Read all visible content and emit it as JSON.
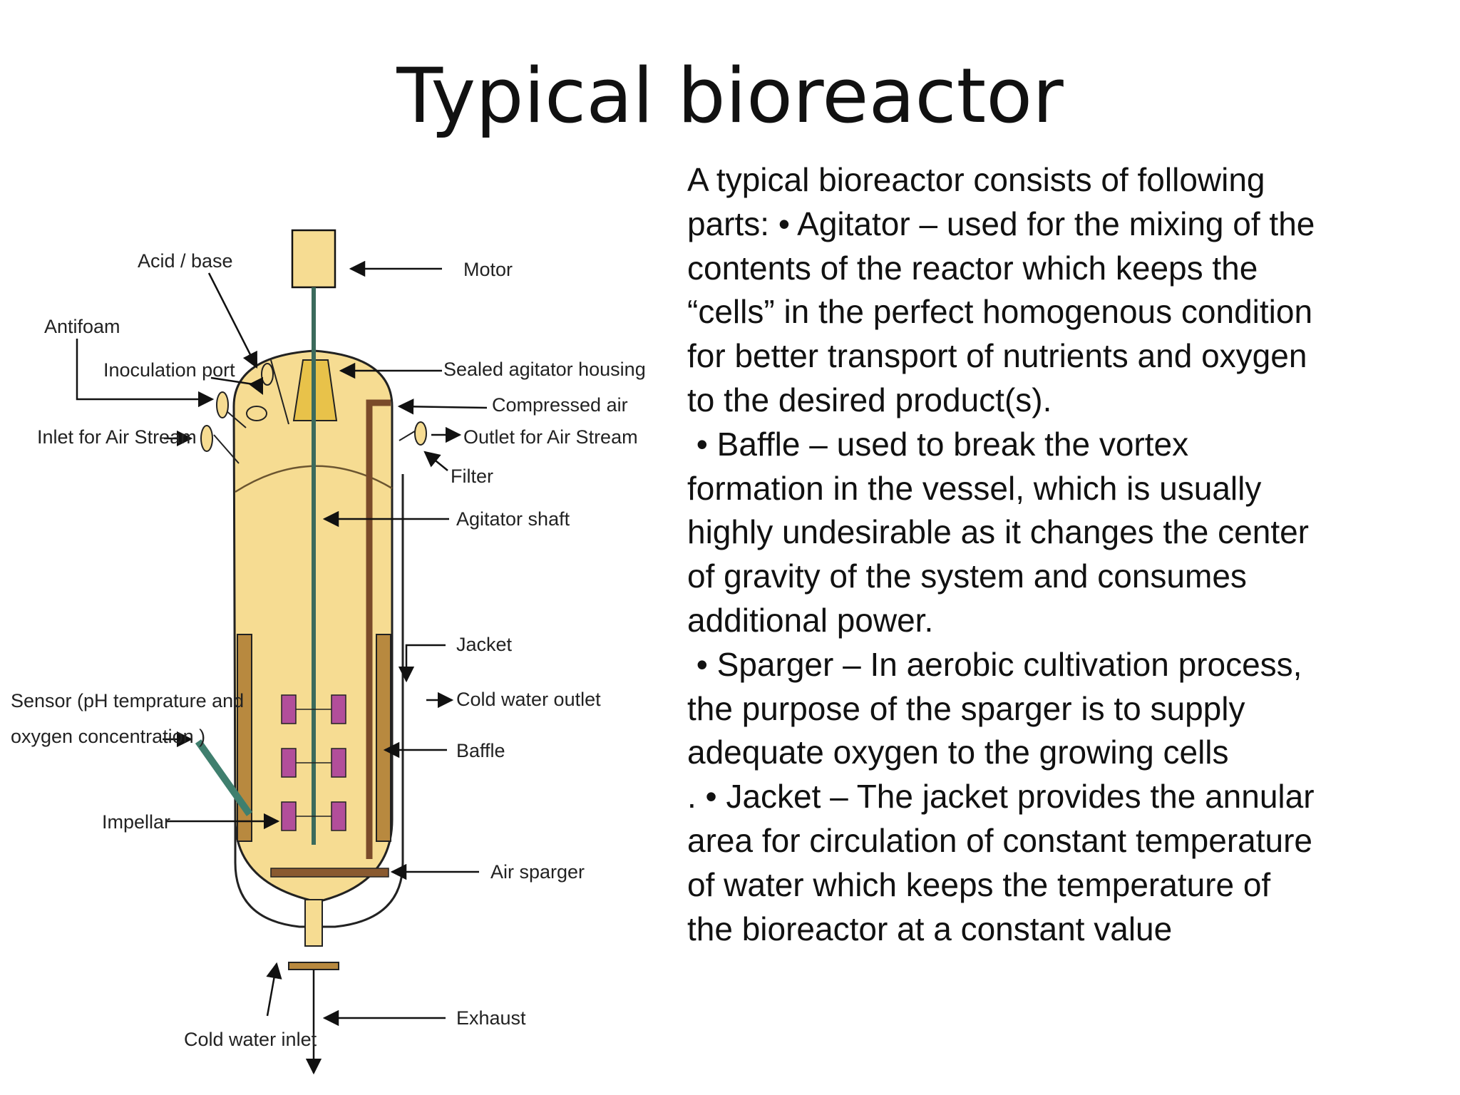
{
  "title": "Typical bioreactor",
  "description": [
    "A typical bioreactor consists of following",
    "parts: • Agitator – used for the mixing of the",
    "contents of the reactor which keeps the",
    "“cells” in the perfect homogenous condition",
    "for better transport of nutrients and oxygen",
    "to the desired product(s).",
    " • Baffle – used to break the vortex",
    "formation in the vessel, which is usually",
    "highly undesirable as it changes the center",
    "of gravity of the system and consumes",
    "additional power.",
    " • Sparger – In aerobic cultivation process,",
    "the purpose of the sparger is to supply",
    "adequate oxygen to the growing cells",
    ". • Jacket – The jacket provides the annular",
    "area for circulation of constant temperature",
    "of water which keeps the temperature of",
    "the bioreactor at a constant value"
  ],
  "diagram_labels": {
    "acid_base": "Acid / base",
    "motor": "Motor",
    "antifoam": "Antifoam",
    "inoculation_port": "Inoculation port",
    "sealed_agitator_housing": "Sealed agitator housing",
    "compressed_air": "Compressed air",
    "inlet_air_stream": "Inlet for Air Stream",
    "outlet_air_stream": "Outlet for Air Stream",
    "filter": "Filter",
    "agitator_shaft": "Agitator shaft",
    "jacket": "Jacket",
    "cold_water_outlet": "Cold water outlet",
    "sensor_line1": "Sensor (pH temprature and",
    "sensor_line2": "oxygen concentration )",
    "baffle": "Baffle",
    "impellar": "Impellar",
    "air_sparger": "Air sparger",
    "exhaust": "Exhaust",
    "cold_water_inlet": "Cold water inlet"
  },
  "colors": {
    "vessel_fill": "#f6dc92",
    "vessel_light": "#fbeec0",
    "baffle": "#b8893f",
    "impeller": "#b24e9a",
    "pipe": "#7a4b2a",
    "sensor": "#3f7f6e"
  }
}
